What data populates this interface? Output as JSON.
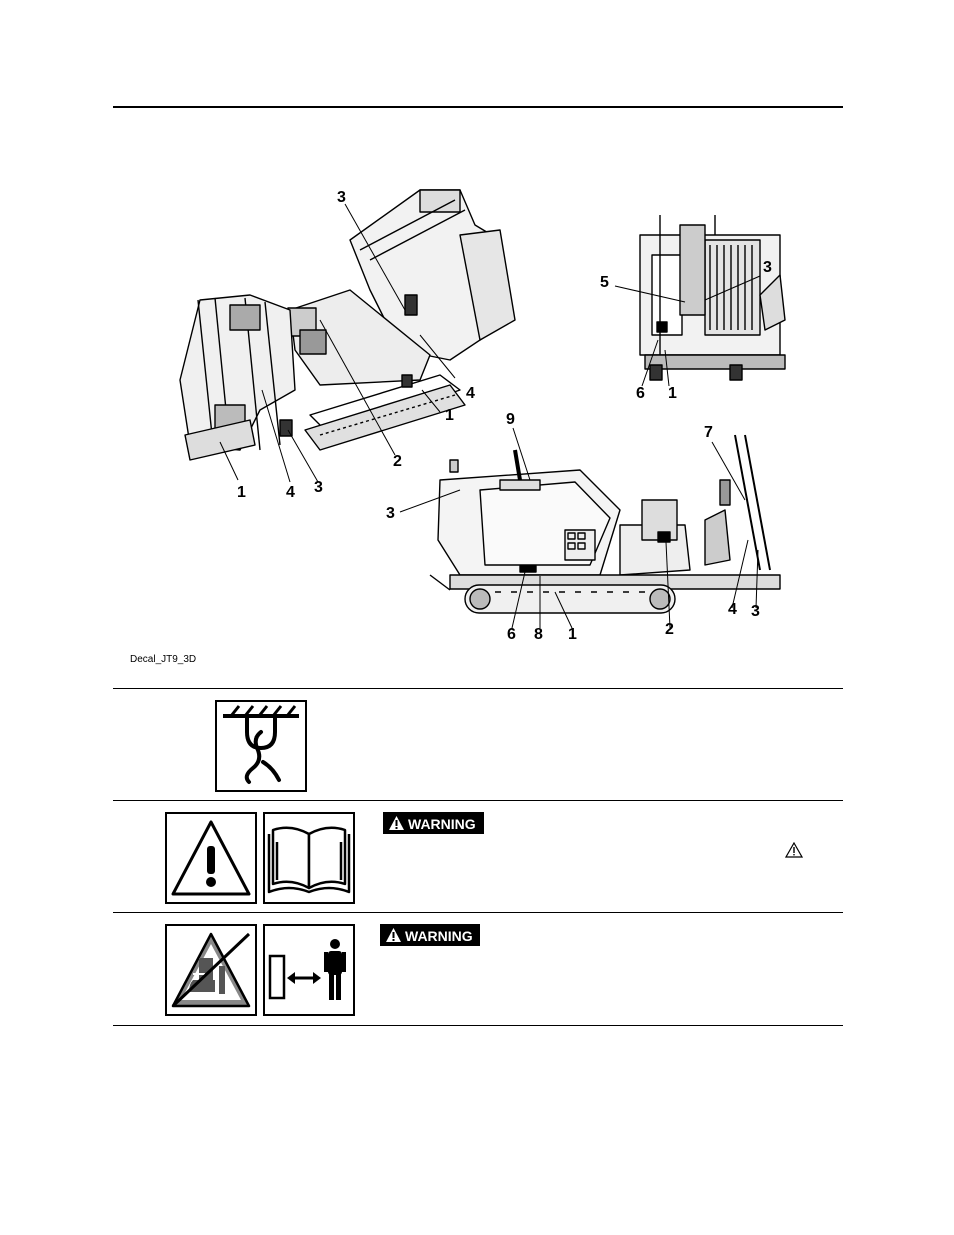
{
  "figure": {
    "caption": "Decal_JT9_3D",
    "callouts": {
      "a_3_top": "3",
      "a_4_top": "4",
      "a_1_mid": "1",
      "a_2": "2",
      "a_1_bottom": "1",
      "a_4_bottom": "4",
      "a_3_bottom": "3",
      "b_5": "5",
      "b_3": "3",
      "b_6": "6",
      "b_1": "1",
      "c_9": "9",
      "c_7": "7",
      "c_3_left": "3",
      "c_6": "6",
      "c_8": "8",
      "c_1": "1",
      "c_2": "2",
      "c_4": "4",
      "c_3_right": "3"
    }
  },
  "rows": [
    {
      "signal": ""
    },
    {
      "signal": "WARNING"
    },
    {
      "signal": "WARNING"
    }
  ]
}
